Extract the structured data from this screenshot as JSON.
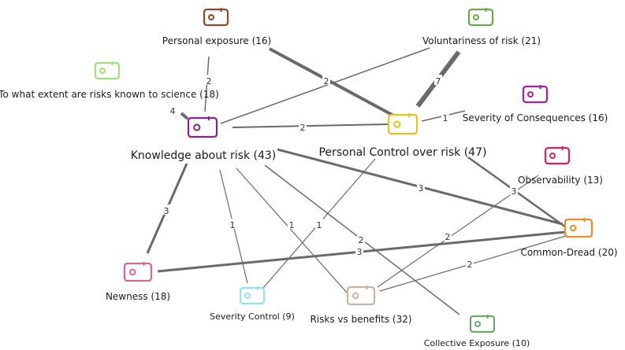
{
  "nodes": [
    {
      "id": "personal_exposure",
      "label": "Personal exposure (16)",
      "color": "#8b4a2b"
    },
    {
      "id": "voluntariness",
      "label": "Voluntariness of risk (21)",
      "color": "#6aa84f"
    },
    {
      "id": "known_to_science",
      "label": "To what extent are risks known to science (18)",
      "color": "#9fe07a"
    },
    {
      "id": "severity_consequences",
      "label": "Severity of Consequences (16)",
      "color": "#a020a0"
    },
    {
      "id": "knowledge",
      "label": "Knowledge about risk (43)",
      "color": "#8e1f8e"
    },
    {
      "id": "personal_control",
      "label": "Personal Control over risk (47)",
      "color": "#e6c21a"
    },
    {
      "id": "observability",
      "label": "Observability (13)",
      "color": "#e0205a"
    },
    {
      "id": "common_dread",
      "label": "Common-Dread (20)",
      "color": "#f08a24"
    },
    {
      "id": "newness",
      "label": "Newness (18)",
      "color": "#d06a92"
    },
    {
      "id": "severity_control",
      "label": "Severity Control (9)",
      "color": "#8fe3f0"
    },
    {
      "id": "risks_benefits",
      "label": "Risks vs benefits (32)",
      "color": "#c8b4a6"
    },
    {
      "id": "collective_exposure",
      "label": "Collective Exposure (10)",
      "color": "#6aa86a"
    }
  ],
  "edges": [
    {
      "from": "personal_exposure",
      "to": "knowledge",
      "label": "2"
    },
    {
      "from": "personal_exposure",
      "to": "personal_control",
      "label": "2"
    },
    {
      "from": "voluntariness",
      "to": "knowledge",
      "label": "2"
    },
    {
      "from": "voluntariness",
      "to": "personal_control",
      "label": "7"
    },
    {
      "from": "known_to_science",
      "to": "knowledge",
      "label": "4"
    },
    {
      "from": "knowledge",
      "to": "personal_control",
      "label": "2"
    },
    {
      "from": "personal_control",
      "to": "severity_consequences",
      "label": "1"
    },
    {
      "from": "knowledge",
      "to": "common_dread",
      "label": "3"
    },
    {
      "from": "knowledge",
      "to": "newness",
      "label": "3"
    },
    {
      "from": "knowledge",
      "to": "severity_control",
      "label": "1"
    },
    {
      "from": "knowledge",
      "to": "risks_benefits",
      "label": "1"
    },
    {
      "from": "knowledge",
      "to": "collective_exposure",
      "label": "2"
    },
    {
      "from": "personal_control",
      "to": "severity_control",
      "label": "1"
    },
    {
      "from": "personal_control",
      "to": "common_dread",
      "label": "3"
    },
    {
      "from": "common_dread",
      "to": "newness",
      "label": "3"
    },
    {
      "from": "common_dread",
      "to": "risks_benefits",
      "label": "2"
    },
    {
      "from": "observability",
      "to": "risks_benefits",
      "label": "2"
    }
  ]
}
